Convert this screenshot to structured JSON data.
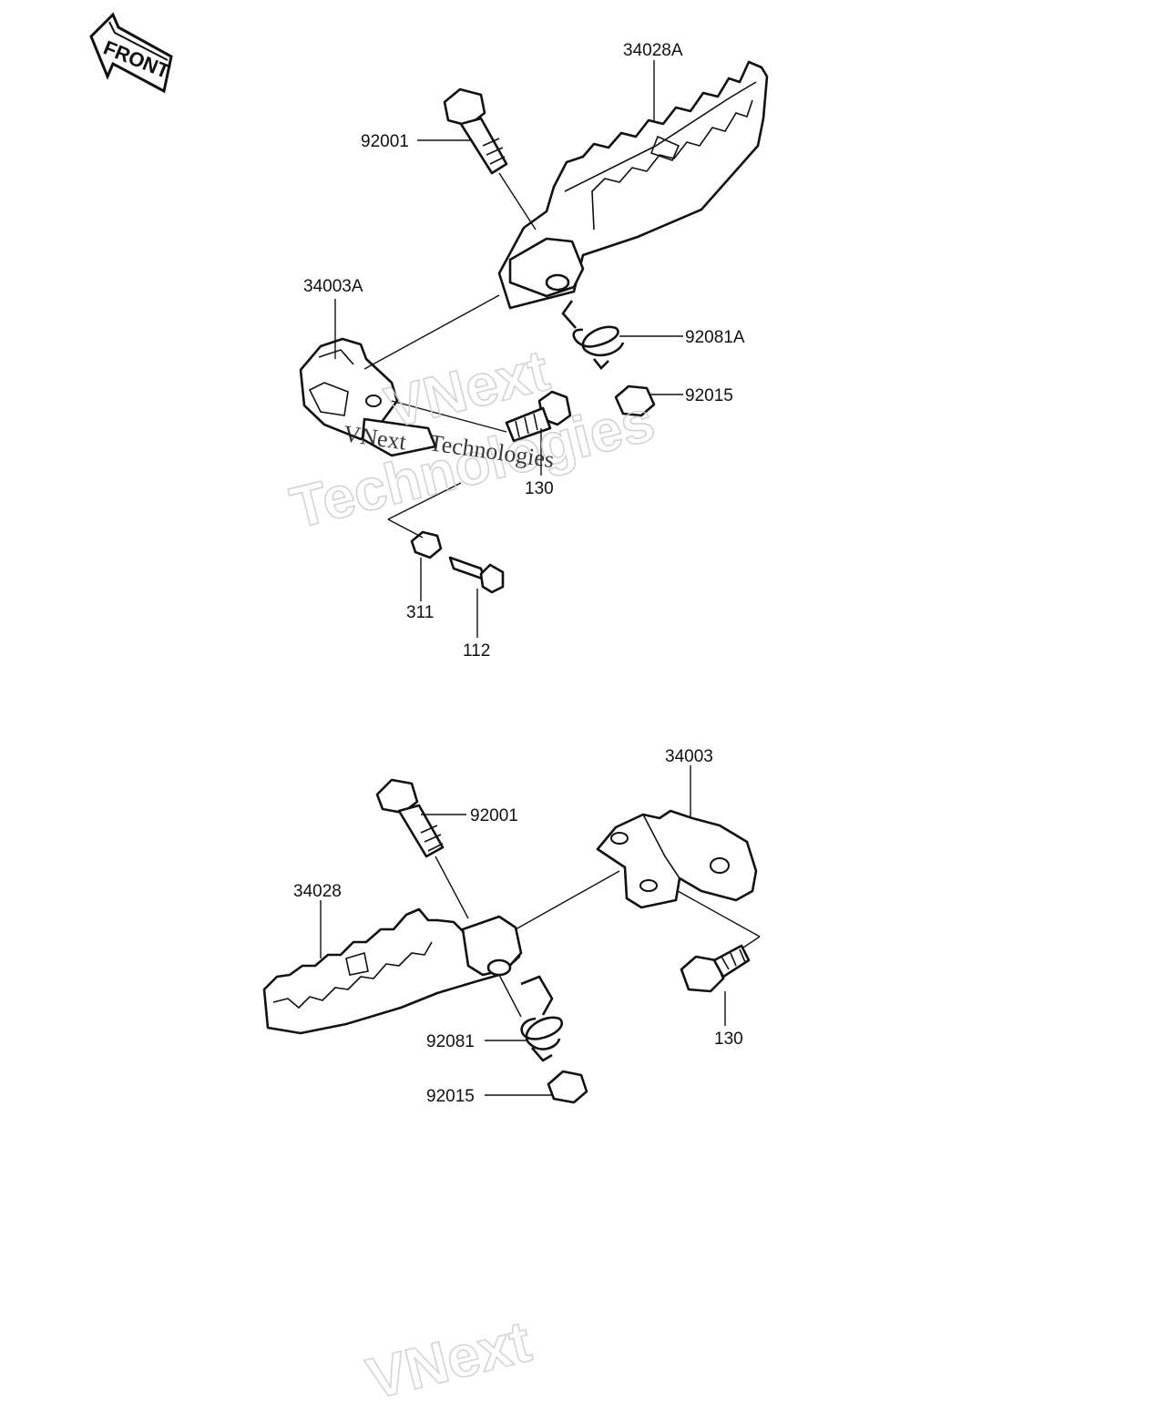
{
  "diagram": {
    "front_label": "FRONT",
    "watermark": {
      "brand_word_1": "VNext",
      "brand_word_2": "Technologies"
    },
    "upper_assembly": {
      "labels": {
        "footpeg_right": "34028A",
        "bolt_pivot": "92001",
        "bracket_right": "34003A",
        "spring_right": "92081A",
        "nut_right": "92015",
        "bolt_mount": "130",
        "nut_small": "311",
        "bolt_small": "112"
      }
    },
    "lower_assembly": {
      "labels": {
        "bracket_left": "34003",
        "bolt_pivot": "92001",
        "footpeg_left": "34028",
        "bolt_mount": "130",
        "spring_left": "92081",
        "nut_left": "92015"
      }
    }
  }
}
